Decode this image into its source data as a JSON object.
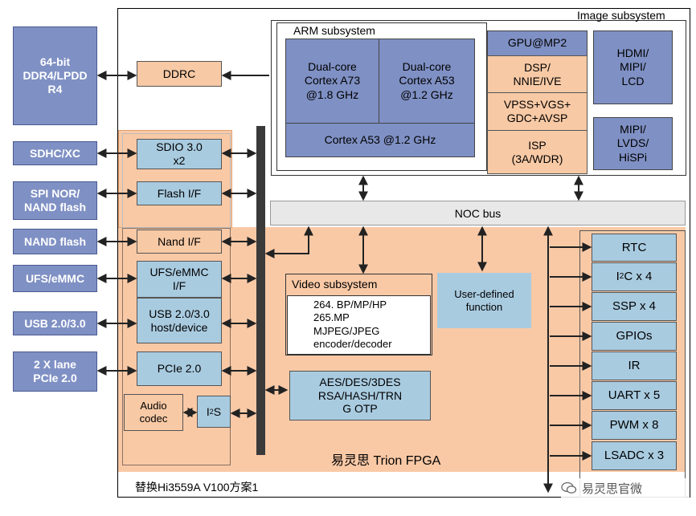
{
  "titles": {
    "image_subsystem": "Image subsystem",
    "arm_subsystem": "ARM subsystem",
    "noc_bus": "NOC bus",
    "fpga": "易灵思 Trion FPGA",
    "replacement": "替换Hi3559A V100方案1",
    "watermark": "易灵思官微"
  },
  "external": {
    "ddr": "64-bit\nDDR4/LPDD\nR4",
    "sdhc": "SDHC/XC",
    "spi_nor": "SPI NOR/\nNAND flash",
    "nand": "NAND flash",
    "ufs": "UFS/eMMC",
    "usb": "USB 2.0/3.0",
    "pcie": "2 X lane\nPCIe 2.0"
  },
  "interfaces": {
    "ddrc": "DDRC",
    "sdio": "SDIO 3.0\nx2",
    "flash_if": "Flash I/F",
    "nand_if": "Nand I/F",
    "ufs_if": "UFS/eMMC\nI/F",
    "usb_if": "USB 2.0/3.0\nhost/device",
    "pcie_if": "PCIe 2.0",
    "audio_codec": "Audio\ncodec",
    "i2s_prefix": "I",
    "i2s_sup": "2",
    "i2s_suffix": "S"
  },
  "arm": {
    "a73": "Dual-core\nCortex A73\n@1.8 GHz",
    "a53_dual": "Dual-core\nCortex A53\n@1.2 GHz",
    "a53": "Cortex A53 @1.2 GHz"
  },
  "image": {
    "gpu": "GPU@MP2",
    "dsp": "DSP/\nNNIE/IVE",
    "vpss": "VPSS+VGS+\nGDC+AVSP",
    "isp": "ISP\n(3A/WDR)",
    "hdmi": "HDMI/\nMIPI/\nLCD",
    "mipi": "MIPI/\nLVDS/\nHiSPi"
  },
  "video": {
    "title": "Video subsystem",
    "body": "264.   BP/MP/HP\n265.MP\nMJPEG/JPEG\nencoder/decoder"
  },
  "user_defined": "User-defined\nfunction",
  "security": "AES/DES/3DES\nRSA/HASH/TRN\nG  OTP",
  "peripherals": {
    "rtc": "RTC",
    "i2c_prefix": "I",
    "i2c_sup": "2",
    "i2c_suffix": "C x 4",
    "ssp": "SSP x 4",
    "gpios": "GPIOs",
    "ir": "IR",
    "uart": "UART x 5",
    "pwm": "PWM x 8",
    "lsadc": "LSADC x 3"
  }
}
